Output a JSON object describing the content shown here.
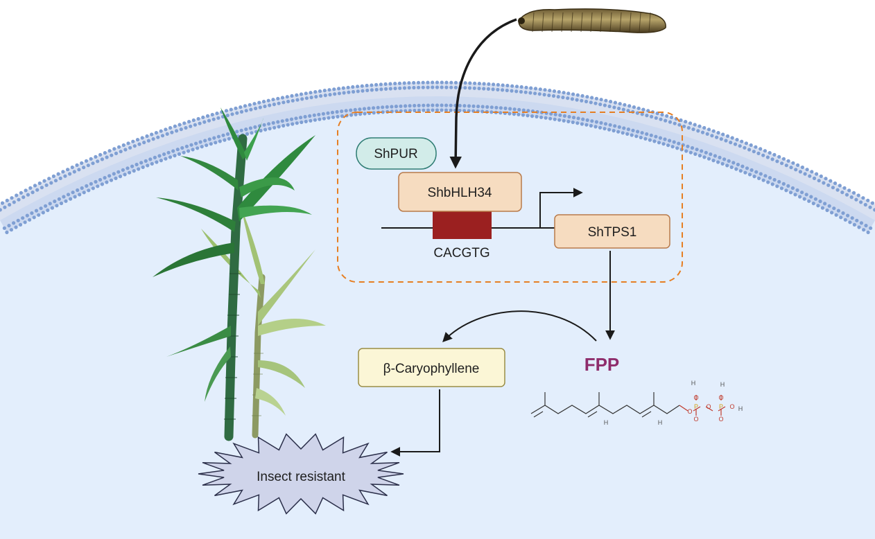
{
  "diagram": {
    "nodes": {
      "shpur": "ShPUR",
      "shbhlh34": "ShbHLH34",
      "motif": "CACGTG",
      "shtps1": "ShTPS1",
      "fpp": "FPP",
      "caryophyllene": "β-Caryophyllene",
      "outcome": "Insect resistant"
    },
    "chem_atoms": {
      "p": "P",
      "o": "O",
      "h": "H"
    }
  },
  "colors": {
    "cell_fill": "#e3eefc",
    "membrane_head": "#7f9fd3",
    "region_border": "#e67e22",
    "shpur_fill": "#d2ece9",
    "shpur_border": "#2f7d74",
    "gene_box_fill": "#f6dcc0",
    "gene_box_border": "#b87a4a",
    "binding_site": "#9b2020",
    "fpp_text": "#8e2c6b",
    "product_fill": "#fbf6d6",
    "product_border": "#9a8d45",
    "burst_fill": "#cfd4ea",
    "burst_border": "#2b2f4a"
  },
  "icons": [
    "caterpillar-icon",
    "sugarcane-plant-icon",
    "fpp-structure-icon",
    "promoter-arrow-icon"
  ]
}
